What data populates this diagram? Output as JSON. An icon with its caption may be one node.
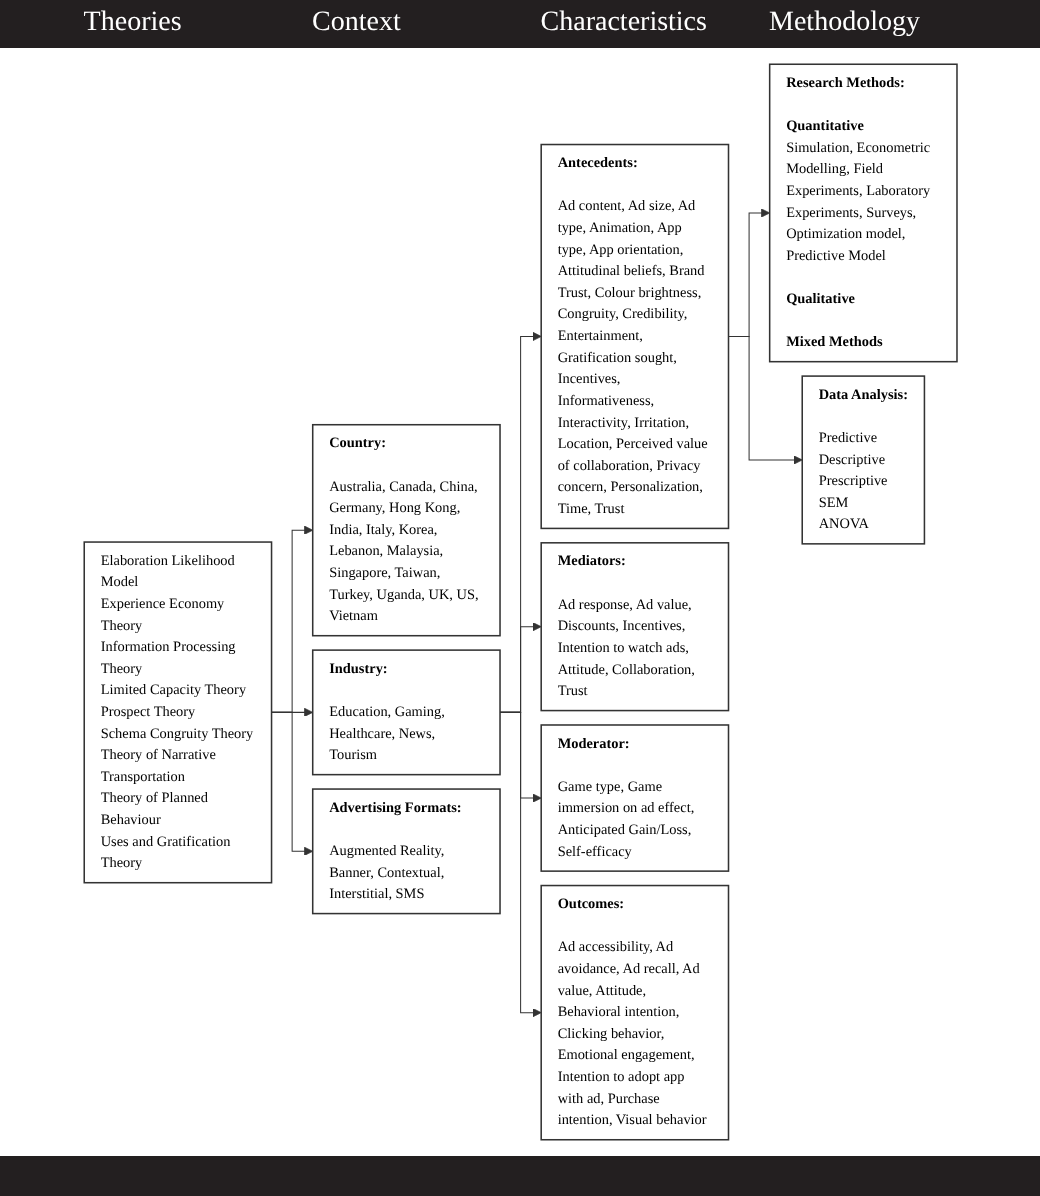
{
  "diagram": {
    "nodes": [
      {
        "text": [
          "Elaboration Likelihood Model",
          "Experience Economy Theory",
          "Information Processing Theory",
          "Limited Capacity Theory",
          "Prospect Theory",
          "Schema Congruity Theory",
          "Theory of Narrative Transportation",
          "Theory of Planned Behaviour",
          "Uses and Gratification Theory"
        ]
      },
      {
        "text": [
          "Country:",
          "Australia, Canada, China, Germany, Hong Kong, India, Italy, Korea, Lebanon, Malaysia, Singapore, Taiwan, Turkey, Uganda, UK, US, Vietnam"
        ]
      },
      {
        "text": [
          "Industry:",
          "Education, Gaming, Healthcare, News, Tourism"
        ]
      },
      {
        "text": [
          "Advertising Formats:",
          "Augmented Reality, Banner, Contextual, Interstitial, SMS"
        ]
      },
      {
        "text": [
          "Antecedents:",
          "Ad content, Ad size, Ad type, Animation, App type, App orientation, Attitudinal beliefs, Brand Trust, Colour brightness, Congruity, Credibility, Entertainment, Gratification sought, Incentives, Informativeness, Interactivity, Irritation, Location, Perceived value of collaboration, Privacy concern, Personalization, Time, Trust"
        ]
      },
      {
        "text": [
          "Mediators:",
          "Ad response, Ad value, Discounts, Incentives, Intention to watch ads, Attitude, Collaboration, Trust"
        ]
      },
      {
        "text": [
          "Moderator:",
          "Game type, Game immersion on ad effect, Anticipated Gain/Loss, Self-efficacy"
        ]
      },
      {
        "text": [
          "Outcomes:",
          "Ad accessibility, Ad avoidance, Ad recall, Ad value, Attitude, Behavioral intention, Clicking behavior, Emotional engagement, Intention to adopt app with ad, Purchase intention, Visual behavior"
        ]
      },
      {
        "text": [
          "Research Methods:",
          "Quantitative",
          "Simulation, Econometric Modelling, Field Experiments, Laboratory Experiments, Surveys, Optimization model, Predictive Model",
          "Qualitative",
          "Mixed Methods"
        ]
      },
      {
        "text": [
          "Data Analysis:",
          "Predictive",
          "Descriptive",
          "Prescriptive",
          "SEM",
          "ANOVA"
        ]
      }
    ],
    "edges": [
      {
        "from": 0,
        "to": 1,
        "arrow": "to"
      },
      {
        "from": 0,
        "to": 2,
        "arrow": "to"
      },
      {
        "from": 0,
        "to": 3,
        "arrow": "to"
      },
      {
        "from": 2,
        "to": 4,
        "arrow": "to"
      },
      {
        "from": 2,
        "to": 5,
        "arrow": "to"
      },
      {
        "from": 2,
        "to": 6,
        "arrow": "to"
      },
      {
        "from": 2,
        "to": 7,
        "arrow": "to"
      },
      {
        "from": 4,
        "to": 8,
        "arrow": "to"
      },
      {
        "from": 4,
        "to": 9,
        "arrow": "to"
      }
    ],
    "labels": [
      "Theories",
      "Context",
      "Characteristics",
      "Methodology"
    ]
  }
}
